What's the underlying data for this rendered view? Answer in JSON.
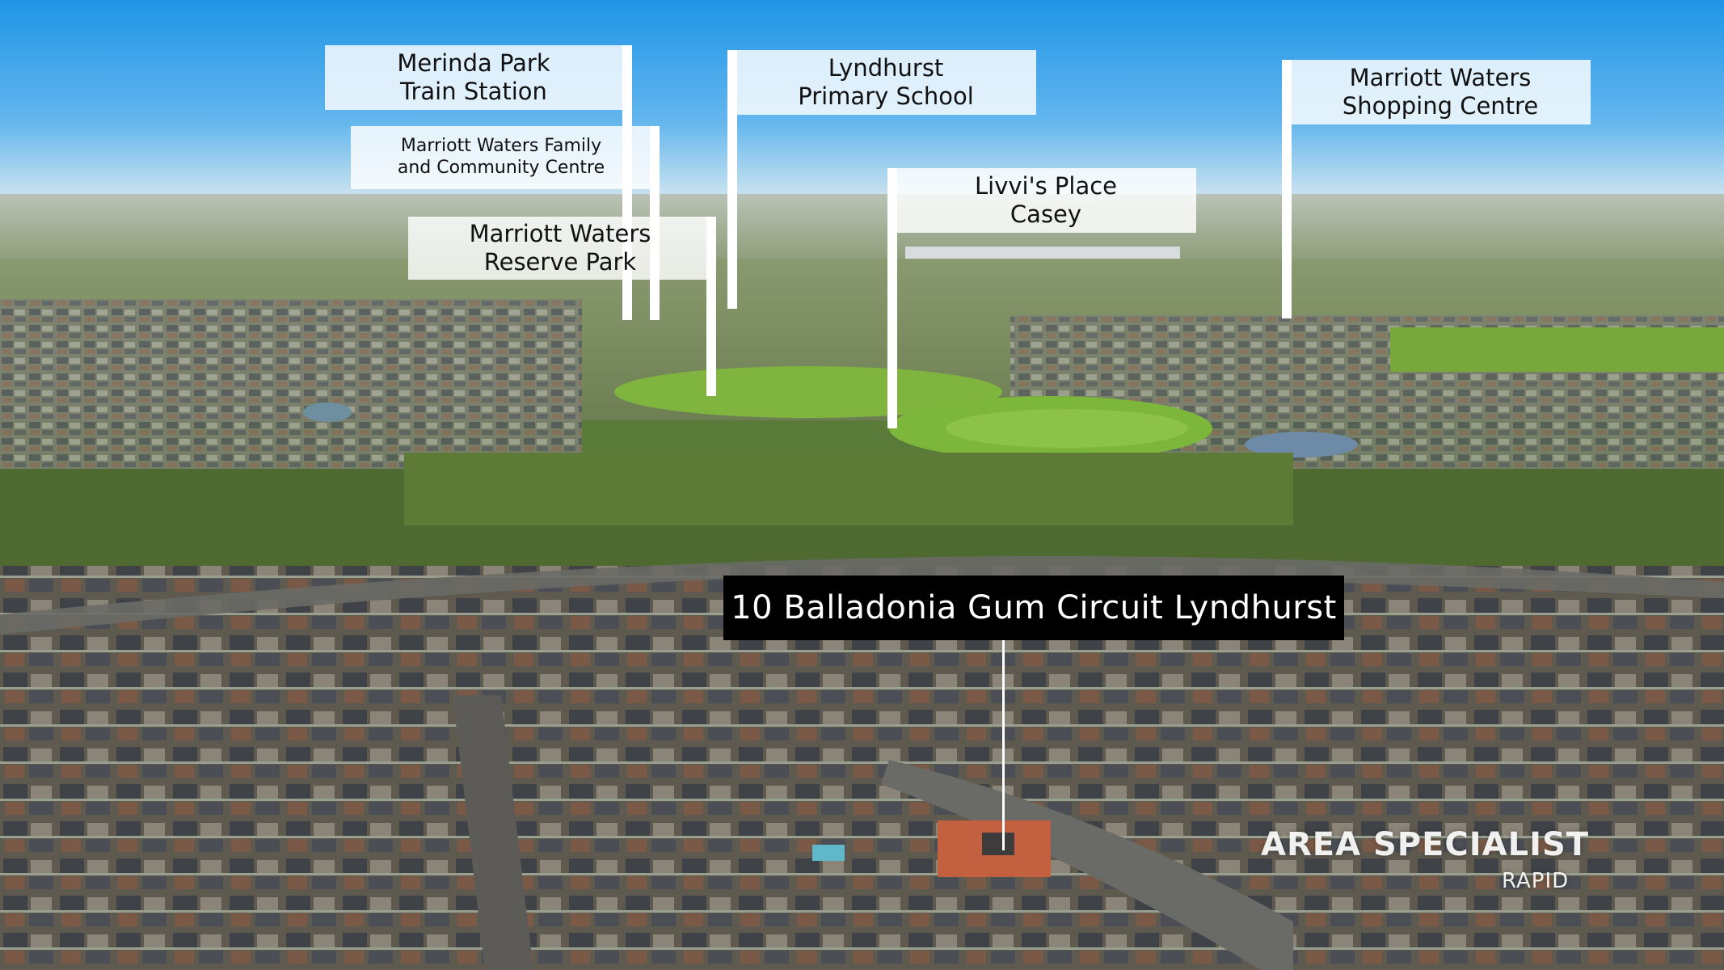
{
  "labels": {
    "merinda": "Merinda Park\nTrain Station",
    "family_centre": "Marriott Waters Family\nand Community Centre",
    "reserve": "Marriott Waters\nReserve Park",
    "school": "Lyndhurst\nPrimary School",
    "livvi": "Livvi's Place\nCasey",
    "shopping": "Marriott Waters\nShopping Centre"
  },
  "address": "10 Balladonia Gum Circuit Lyndhurst",
  "watermark": {
    "brand": "AREA SPECIALIST",
    "sub": "RAPID"
  },
  "colors": {
    "sky_top": "#2e9ee8",
    "sky_horizon": "#cfe4f1",
    "grass": "#6ba23a",
    "label_bg": "#ffffff",
    "address_bg": "#000000"
  }
}
